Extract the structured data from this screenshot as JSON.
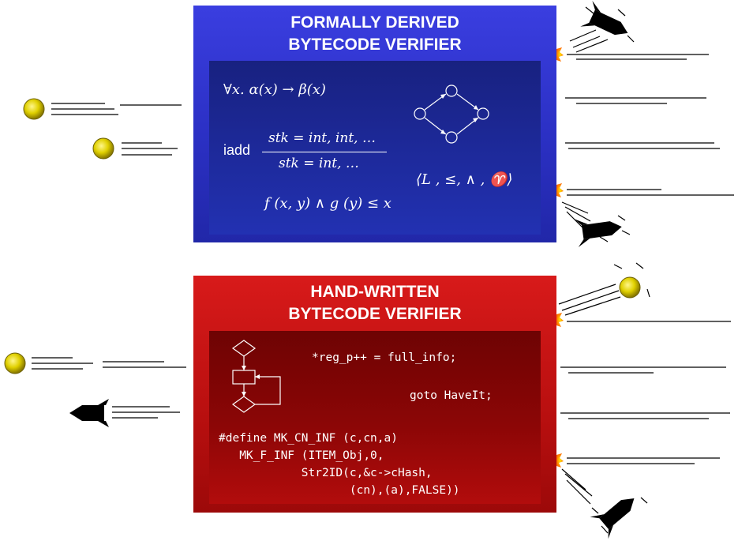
{
  "formal_panel": {
    "title_line1": "FORMALLY DERIVED",
    "title_line2": "BYTECODE VERIFIER",
    "formula_forall": "∀x. α(x) → β(x)",
    "instruction": "iadd",
    "rule_top": "stk = int, int, …",
    "rule_bottom": "stk = int, …",
    "lattice": "⟨L , ≤, ∧ , ♈⟩",
    "inequality": "f (x, y) ∧ g (y) ≤ x"
  },
  "handwritten_panel": {
    "title_line1": "HAND-WRITTEN",
    "title_line2": "BYTECODE VERIFIER",
    "code_line1": "*reg_p++ = full_info;",
    "code_line2": "goto HaveIt;",
    "define_lines": [
      "#define MK_CN_INF (c,cn,a)",
      "   MK_F_INF (ITEM_Obj,0,",
      "            Str2ID(c,&c->cHash,",
      "                   (cn),(a),FALSE))"
    ]
  },
  "colors": {
    "formal_panel": "#2b30c4",
    "handwritten_panel": "#b80f0f",
    "projectile_ball": "#d4c400",
    "rocket": "#000000",
    "impact_flash": "#ff8c00"
  },
  "icons": [
    "yellow-ball-icon",
    "rocket-icon",
    "impact-flash-icon",
    "state-graph-icon",
    "flowchart-icon"
  ]
}
